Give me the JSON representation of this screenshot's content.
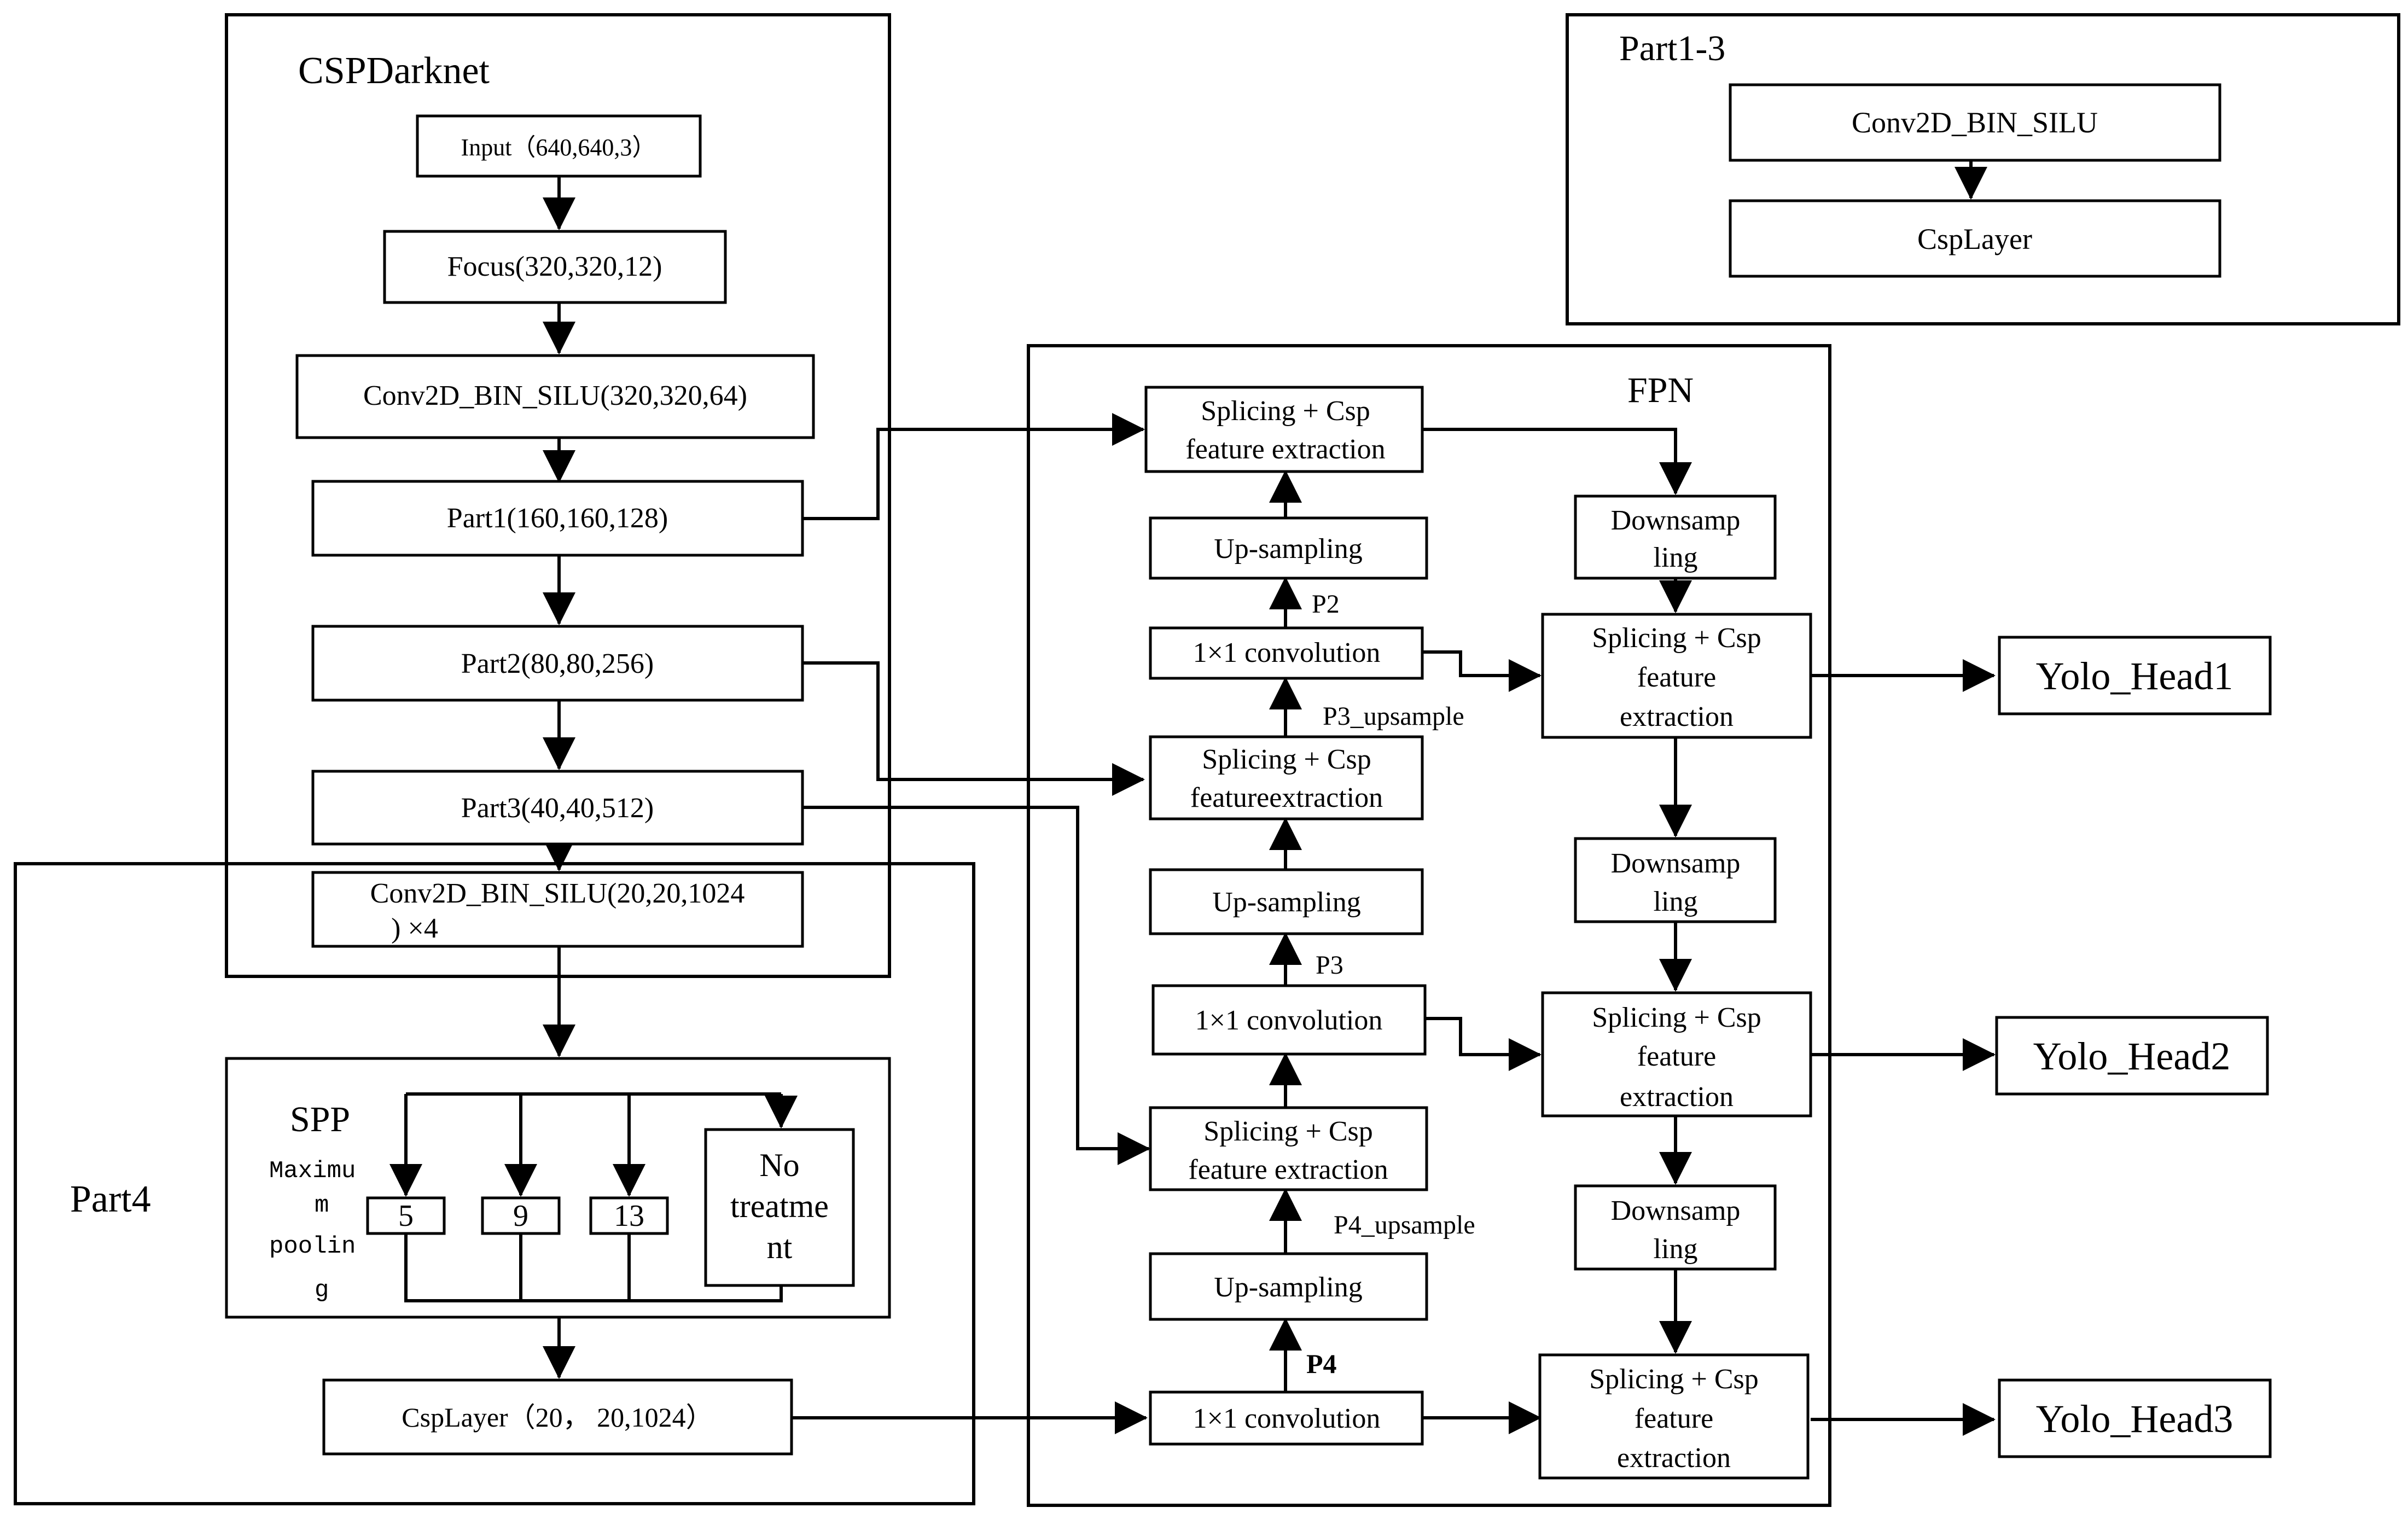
{
  "panels": {
    "csp_title": "CSPDarknet",
    "part13_title": "Part1-3",
    "fpn_title": "FPN",
    "part4_title": "Part4",
    "spp_title": "SPP"
  },
  "backbone": {
    "input": "Input（640,640,3）",
    "focus": "Focus(320,320,12)",
    "conv": "Conv2D_BIN_SILU(320,320,64)",
    "part1": "Part1(160,160,128)",
    "part2": "Part2(80,80,256)",
    "part3": "Part3(40,40,512)",
    "conv4_line1": "Conv2D_BIN_SILU(20,20,1024",
    "conv4_line2": ") ×4",
    "csplayer": "CspLayer（20， 20,1024）"
  },
  "part13": {
    "conv": "Conv2D_BIN_SILU",
    "csp": "CspLayer"
  },
  "spp": {
    "pool_label": [
      "Maximu",
      "m",
      "poolin",
      "g"
    ],
    "k5": "5",
    "k9": "9",
    "k13": "13",
    "no_treat": [
      "No",
      "treatme",
      "nt"
    ]
  },
  "fpn": {
    "splice_top": [
      "Splicing + Csp",
      "feature extraction"
    ],
    "splice_mid": [
      "Splicing + Csp",
      "featureextraction"
    ],
    "splice_low": [
      "Splicing + Csp",
      "feature extraction"
    ],
    "upsampling": "Up-sampling",
    "conv1x1": "1×1 convolution",
    "p2": "P2",
    "p3_up": "P3_upsample",
    "p3": "P3",
    "p4_up": "P4_upsample",
    "p4": "P4",
    "downsampling": [
      "Downsamp",
      "ling"
    ],
    "splice_out": [
      "Splicing + Csp",
      "feature",
      "extraction"
    ]
  },
  "heads": {
    "h1": "Yolo_Head1",
    "h2": "Yolo_Head2",
    "h3": "Yolo_Head3"
  }
}
